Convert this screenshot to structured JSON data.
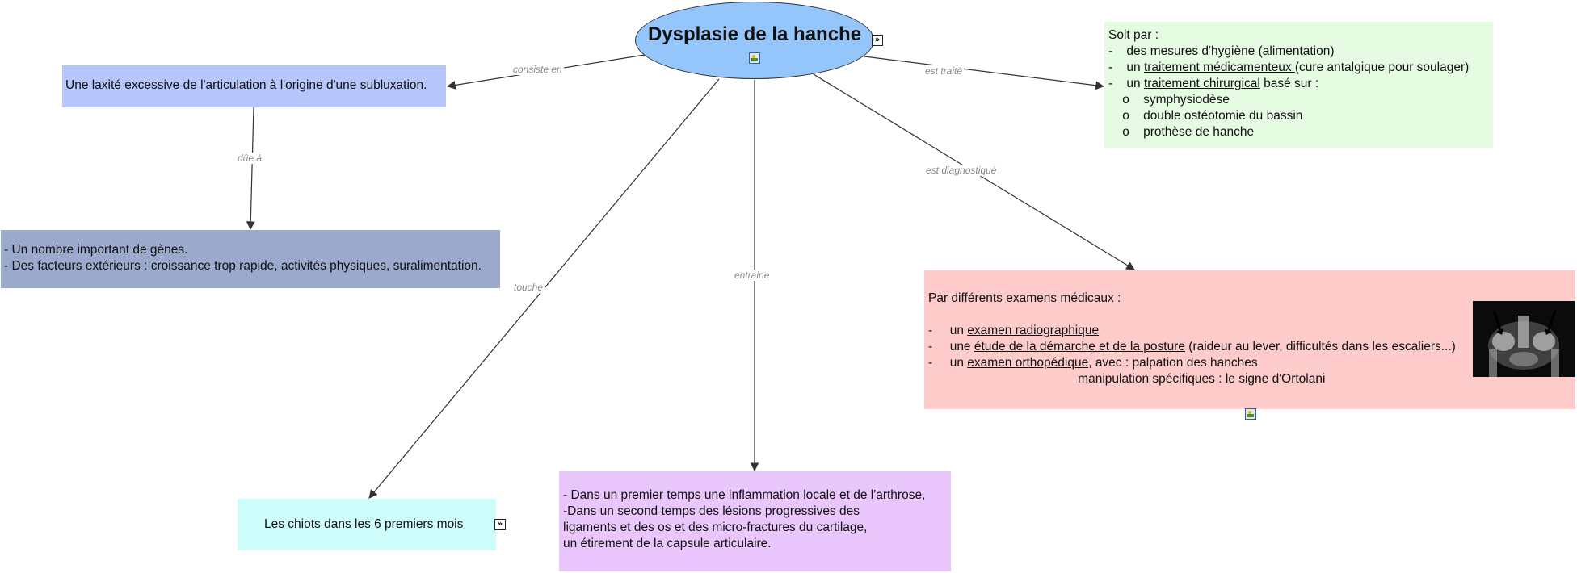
{
  "root": {
    "title": "Dysplasie de la hanche"
  },
  "edges": {
    "consiste_en": "consiste en",
    "due_a": "dûe à",
    "est_traite": "est traité",
    "est_diagnostique": "est diagnostiqué",
    "touche": "touche",
    "entraine": "entraine"
  },
  "nodes": {
    "laxite": "Une laxité excessive de l'articulation à l'origine d'une subluxation.",
    "genes": [
      "- Un nombre important de gènes.",
      "- Des facteurs extérieurs : croissance trop rapide, activités physiques, suralimentation."
    ],
    "chiots": "Les chiots dans les 6 premiers mois",
    "lesions": [
      "- Dans un premier temps une inflammation locale et de l'arthrose,",
      "-Dans un second temps des lésions progressives des",
      "ligaments et des os et des micro-fractures du cartilage,",
      "un étirement de la capsule articulaire."
    ],
    "traite": {
      "intro": "Soit par :",
      "l1": {
        "pre": "-    des ",
        "u": "mesures d'hygiène",
        "post": " (alimentation)"
      },
      "l2": {
        "pre": "-    un ",
        "u": "traitement médicamenteux ",
        "post": "(cure antalgique pour soulager)"
      },
      "l3": {
        "pre": "-    un ",
        "u": "traitement chirurgical",
        "post": " basé sur :"
      },
      "subs": [
        "    o    symphysiodèse",
        "    o    double ostéotomie du bassin",
        "    o    prothèse de hanche"
      ]
    },
    "diag": {
      "intro": "Par différents examens médicaux :",
      "l1": {
        "pre": "-     un ",
        "u": "examen radiographique",
        "post": ""
      },
      "l2": {
        "pre": "-     une ",
        "u": "étude de la démarche et de la posture",
        "post": " (raideur au lever, difficultés dans les escaliers...)"
      },
      "l3": {
        "pre": "-     un ",
        "u": "examen orthopédique",
        "post": ", avec : palpation des hanches"
      },
      "l4": "                                           manipulation spécifiques : le signe d'Ortolani"
    }
  },
  "icons": {
    "root_image": "image-icon",
    "root_link": "link-icon",
    "chiots_link": "link-icon",
    "diag_image": "image-icon",
    "xray": "xray-photo"
  },
  "colors": {
    "root": "#94c6fb",
    "laxite": "#b8c7fb",
    "genes": "#9aa9cc",
    "chiots": "#cefdfb",
    "lesions": "#e9c6fb",
    "traite": "#e5fce3",
    "diag": "#fecbcb",
    "edge": "#333333",
    "edge_label": "#888888"
  }
}
